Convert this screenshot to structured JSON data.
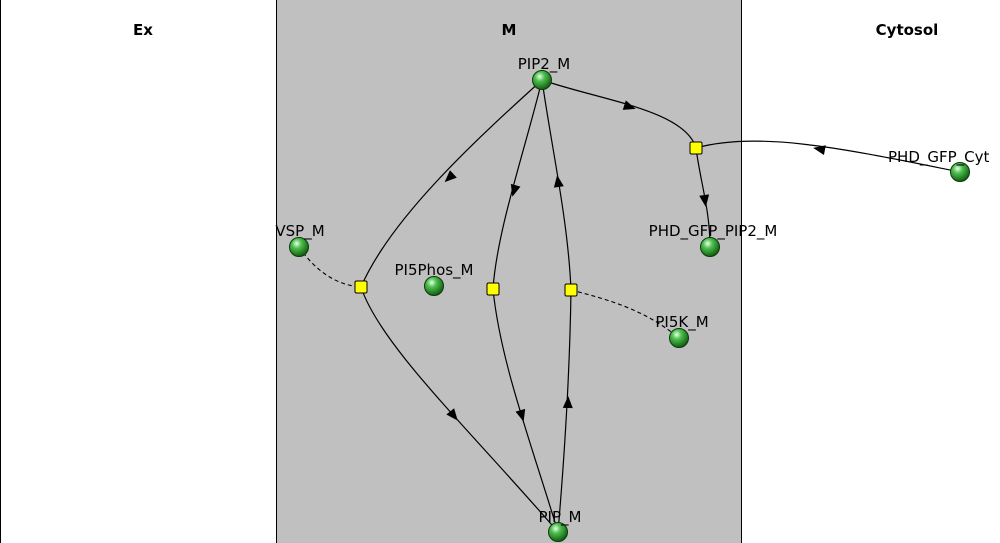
{
  "compartments": {
    "ex": {
      "title": "Ex"
    },
    "m": {
      "title": "M",
      "fill": "#c0c0c0"
    },
    "cytosol": {
      "title": "Cytosol"
    }
  },
  "species": {
    "pip2": {
      "label": "PIP2_M"
    },
    "phd_gfp_cyt": {
      "label": "PHD_GFP_Cyt"
    },
    "phd_gfp_pip2": {
      "label": "PHD_GFP_PIP2_M"
    },
    "vsp": {
      "label": "VSP_M"
    },
    "pi5phos": {
      "label": "PI5Phos_M"
    },
    "pi5k": {
      "label": "PI5K_M"
    },
    "pip": {
      "label": "PIP_M"
    }
  },
  "colors": {
    "species_fill": "#2e9a2e",
    "reaction_node": "#ffff00"
  }
}
